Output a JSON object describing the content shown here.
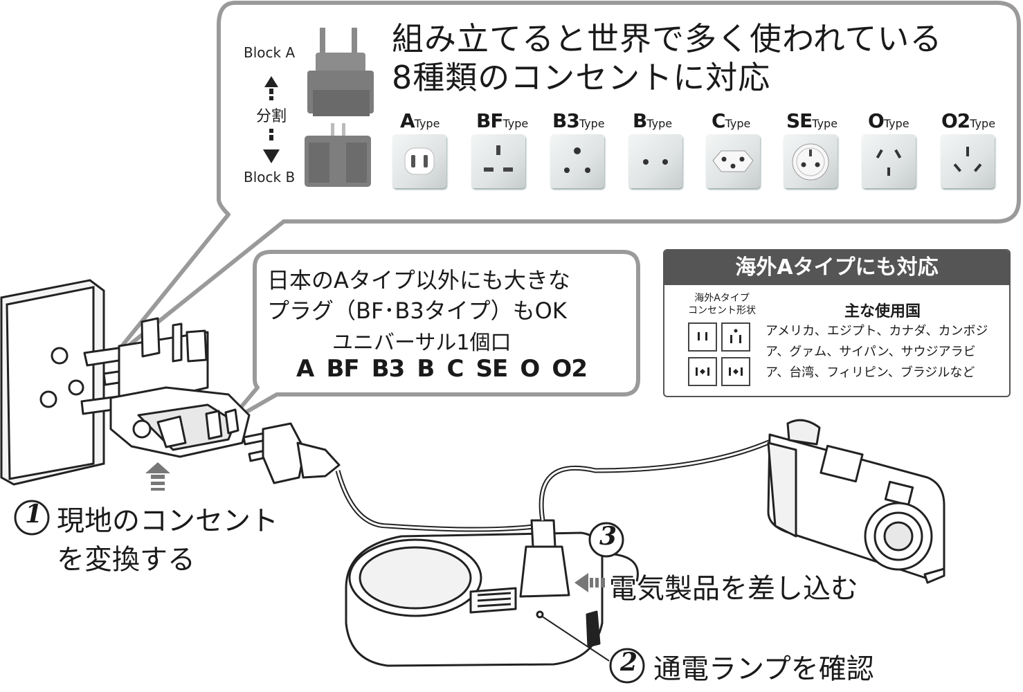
{
  "top_bubble": {
    "headline_line1": "組み立てると世界で多く使われている",
    "headline_line2": "8種類のコンセントに対応",
    "block_a": "Block A",
    "block_b": "Block B",
    "split_label": "分割"
  },
  "socket_types": [
    {
      "code": "A",
      "suffix": "Type"
    },
    {
      "code": "BF",
      "suffix": "Type"
    },
    {
      "code": "B3",
      "suffix": "Type"
    },
    {
      "code": "B",
      "suffix": "Type"
    },
    {
      "code": "C",
      "suffix": "Type"
    },
    {
      "code": "SE",
      "suffix": "Type"
    },
    {
      "code": "O",
      "suffix": "Type"
    },
    {
      "code": "O2",
      "suffix": "Type"
    }
  ],
  "middle_bubble": {
    "line1": "日本のAタイプ以外にも大きな",
    "line2": "プラグ（BF･B3タイプ）もOK",
    "line3": "ユニバーサル1個口",
    "codes": [
      "A",
      "BF",
      "B3",
      "B",
      "C",
      "SE",
      "O",
      "O2"
    ]
  },
  "overseas_panel": {
    "header": "海外Aタイプにも対応",
    "shape_label_line1": "海外Aタイプ",
    "shape_label_line2": "コンセント形状",
    "countries_title": "主な使用国",
    "countries_line1": "アメリカ、エジプト、カナダ、カンボジ",
    "countries_line2": "ア、グァム、サイパン、サウジアラビ",
    "countries_line3": "ア、台湾、フィリピン、ブラジルなど"
  },
  "steps": [
    {
      "number": "1",
      "line1": "現地のコンセント",
      "line2": "を変換する"
    },
    {
      "number": "2",
      "line1": "通電ランプを確認"
    },
    {
      "number": "3",
      "line1": "電気製品を差し込む"
    }
  ]
}
